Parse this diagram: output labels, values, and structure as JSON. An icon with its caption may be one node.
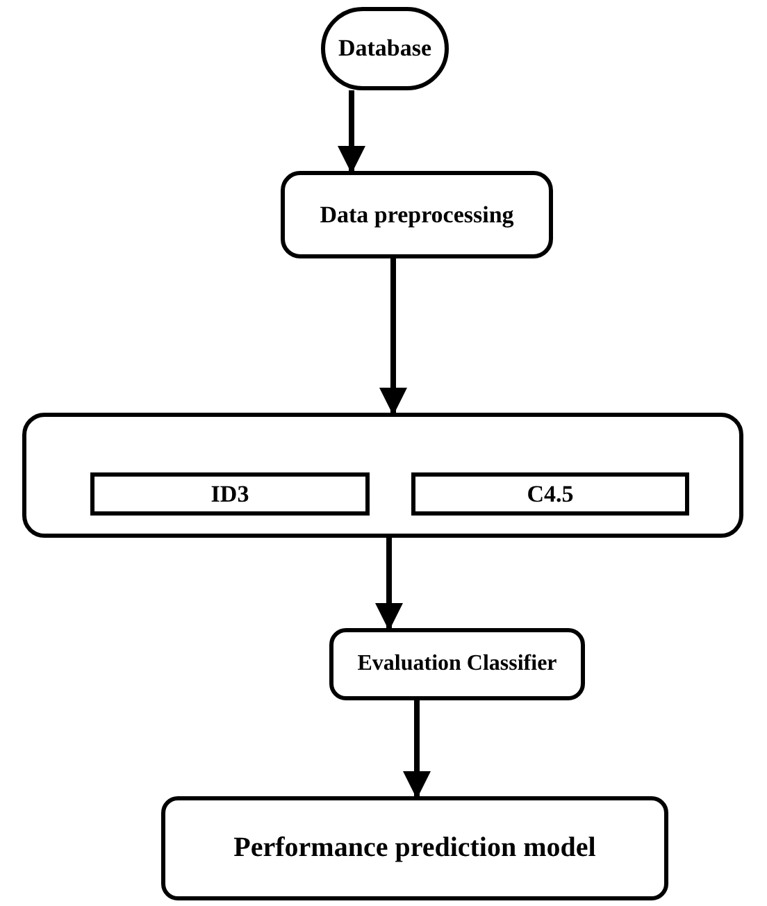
{
  "diagram": {
    "nodes": [
      {
        "text": [
          "Database"
        ]
      },
      {
        "text": [
          "Data preprocessing"
        ]
      },
      {
        "text": [],
        "shape": "box"
      },
      {
        "text": [
          "ID3"
        ],
        "in": 2
      },
      {
        "text": [
          "C4.5"
        ],
        "in": 2
      },
      {
        "text": [
          "Evaluation Classifier"
        ]
      },
      {
        "text": [
          "Performance prediction model"
        ]
      }
    ],
    "edges": [
      {
        "from": 0,
        "to": 1,
        "arrow": "to"
      },
      {
        "from": 1,
        "to": 2,
        "arrow": "to"
      },
      {
        "from": 2,
        "to": 5,
        "arrow": "to"
      },
      {
        "from": 5,
        "to": 6,
        "arrow": "to"
      }
    ]
  }
}
